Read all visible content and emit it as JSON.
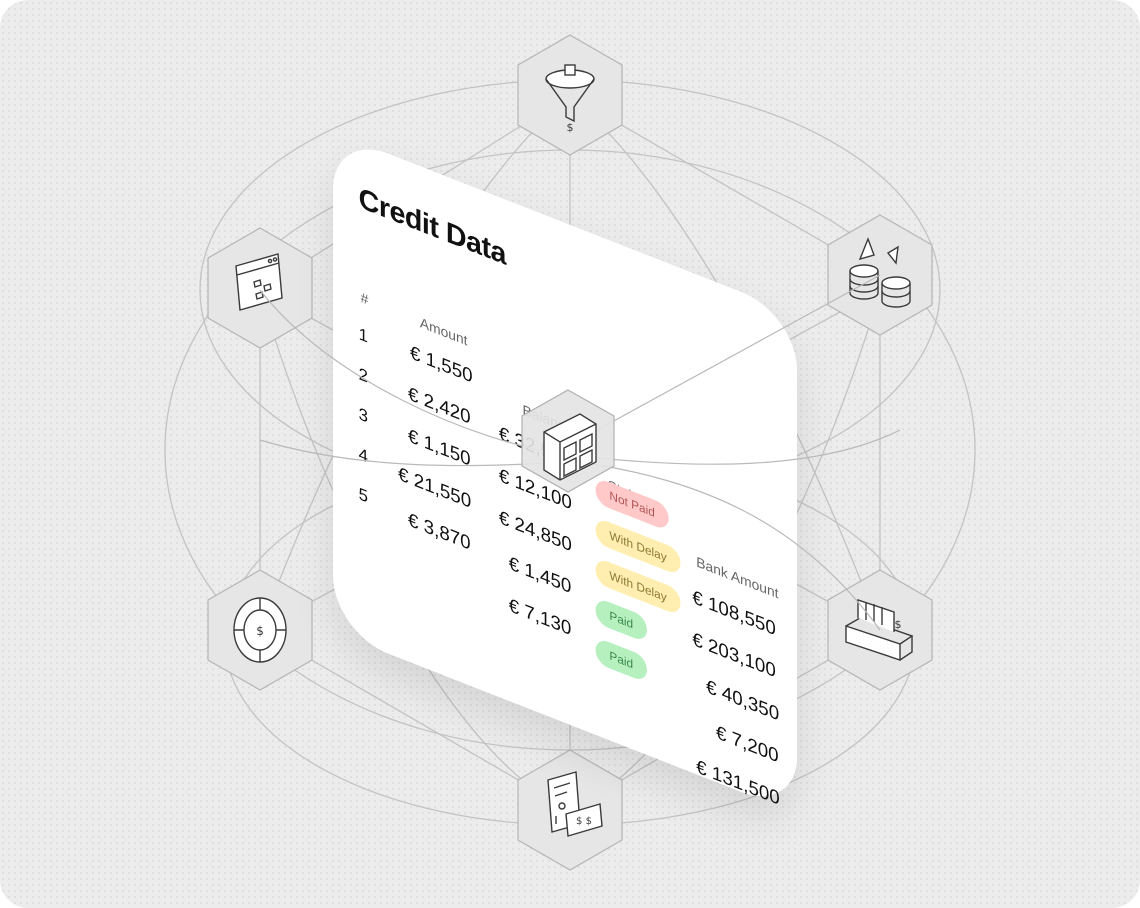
{
  "card": {
    "title": "Credit Data",
    "headers": {
      "index": "#",
      "amount": "Amount",
      "balance": "Balance",
      "status": "Status",
      "bank_amount": "Bank Amount"
    },
    "rows": [
      {
        "n": "1",
        "amount": "€ 1,550",
        "balance": "€ 32,550",
        "status": "Not Paid",
        "bank": "€ 108,550"
      },
      {
        "n": "2",
        "amount": "€ 2,420",
        "balance": "€ 12,100",
        "status": "With Delay",
        "bank": "€ 203,100"
      },
      {
        "n": "3",
        "amount": "€ 1,150",
        "balance": "€ 24,850",
        "status": "With Delay",
        "bank": "€ 40,350"
      },
      {
        "n": "4",
        "amount": "€ 21,550",
        "balance": "€ 1,450",
        "status": "Paid",
        "bank": "€ 7,200"
      },
      {
        "n": "5",
        "amount": "€ 3,870",
        "balance": "€ 7,130",
        "status": "Paid",
        "bank": "€ 131,500"
      }
    ]
  },
  "status_colors": {
    "Not Paid": "#ffc9c9",
    "With Delay": "#ffeeb0",
    "Paid": "#b6f0bf"
  },
  "nodes": [
    {
      "id": "top",
      "icon": "funnel-dollar-icon"
    },
    {
      "id": "upper-left",
      "icon": "browser-puzzle-icon"
    },
    {
      "id": "upper-right",
      "icon": "coins-arrows-icon"
    },
    {
      "id": "lower-left",
      "icon": "target-dollar-icon"
    },
    {
      "id": "lower-right",
      "icon": "cash-register-icon"
    },
    {
      "id": "bottom",
      "icon": "invoice-banknote-icon"
    },
    {
      "id": "center",
      "icon": "calculator-icon"
    }
  ]
}
